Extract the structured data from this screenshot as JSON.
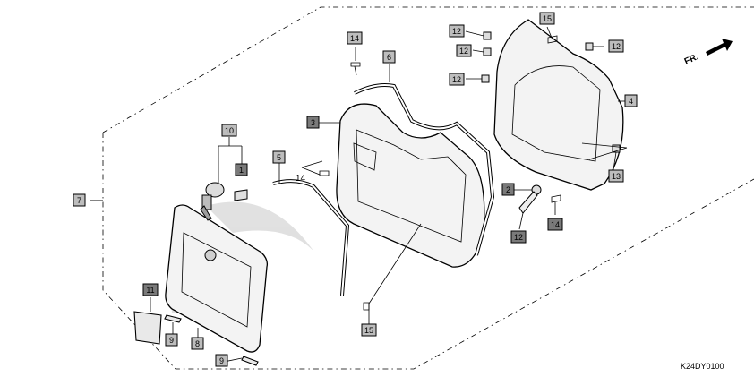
{
  "diagram": {
    "code": "K24DY0100",
    "direction_label": "FR.",
    "plain_label_14": "14",
    "callouts": [
      {
        "id": "c1",
        "label": "1"
      },
      {
        "id": "c2",
        "label": "2"
      },
      {
        "id": "c3",
        "label": "3"
      },
      {
        "id": "c4",
        "label": "4"
      },
      {
        "id": "c5",
        "label": "5"
      },
      {
        "id": "c6",
        "label": "6"
      },
      {
        "id": "c7",
        "label": "7"
      },
      {
        "id": "c8",
        "label": "8"
      },
      {
        "id": "c9a",
        "label": "9"
      },
      {
        "id": "c9b",
        "label": "9"
      },
      {
        "id": "c10",
        "label": "10"
      },
      {
        "id": "c11",
        "label": "11"
      },
      {
        "id": "c12a",
        "label": "12"
      },
      {
        "id": "c12b",
        "label": "12"
      },
      {
        "id": "c12c",
        "label": "12"
      },
      {
        "id": "c12d",
        "label": "12"
      },
      {
        "id": "c12e",
        "label": "12"
      },
      {
        "id": "c13",
        "label": "13"
      },
      {
        "id": "c14a",
        "label": "14"
      },
      {
        "id": "c14b",
        "label": "14"
      },
      {
        "id": "c15a",
        "label": "15"
      },
      {
        "id": "c15b",
        "label": "15"
      }
    ]
  }
}
